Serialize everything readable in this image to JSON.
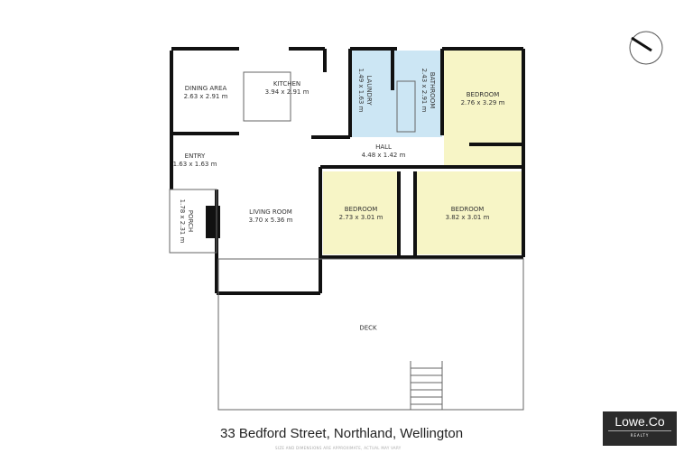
{
  "rooms": [
    {
      "name": "DINING AREA",
      "dims": "2.63 x 2.91 m"
    },
    {
      "name": "KITCHEN",
      "dims": "3.94 x 2.91 m"
    },
    {
      "name": "LAUNDRY",
      "dims": "1.49 x 1.63 m"
    },
    {
      "name": "BATHROOM",
      "dims": "2.43 x 2.91 m"
    },
    {
      "name": "BEDROOM",
      "dims": "2.76 x 3.29 m"
    },
    {
      "name": "HALL",
      "dims": "4.48 x 1.42 m"
    },
    {
      "name": "ENTRY",
      "dims": "1.63 x 1.63 m"
    },
    {
      "name": "PORCH",
      "dims": "1.78 x 2.31 m"
    },
    {
      "name": "LIVING ROOM",
      "dims": "3.70 x 5.36 m"
    },
    {
      "name": "BEDROOM",
      "dims": "2.73 x 3.01 m"
    },
    {
      "name": "BEDROOM",
      "dims": "3.82 x 3.01 m"
    },
    {
      "name": "DECK",
      "dims": ""
    }
  ],
  "address": "33 Bedford Street, Northland, Wellington",
  "disclaimer": "SIZE AND DIMENSIONS ARE APPROXIMATE, ACTUAL MAY VARY",
  "logo": {
    "name": "Lowe.Co",
    "sub": "REALTY"
  },
  "colors": {
    "wet": "#cce6f4",
    "bedroom": "#f7f5c6",
    "wall": "#111111"
  },
  "compass_icon": "north-arrow-icon"
}
